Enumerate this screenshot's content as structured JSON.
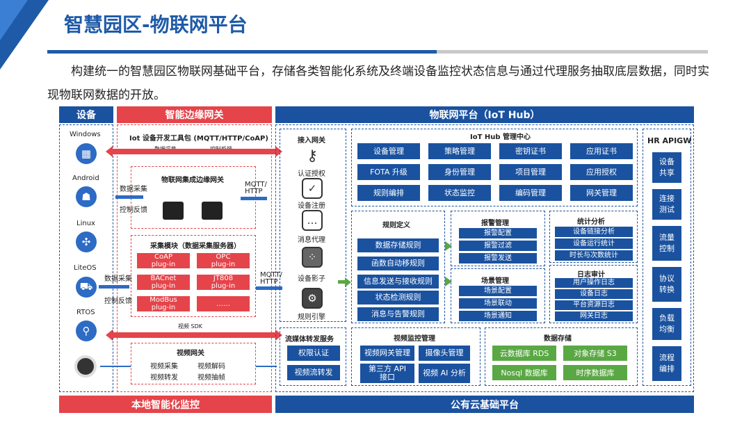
{
  "title": "智慧园区-物联网平台",
  "intro": "构建统一的智慧园区物联网基础平台，存储各类智能化系统及终端设备监控状态信息与通过代理服务抽取底层数据，同时实现物联网数据的开放。",
  "colors": {
    "blue": "#1a52a0",
    "red": "#e5444a",
    "green": "#5aa844"
  },
  "devices": {
    "header": "设备",
    "items": [
      {
        "label": "Windows",
        "icon": "windows-icon"
      },
      {
        "label": "Android",
        "icon": "android-icon"
      },
      {
        "label": "Linux",
        "icon": "linux-icon"
      },
      {
        "label": "LiteOS",
        "icon": "car-icon"
      },
      {
        "label": "RTOS",
        "icon": "tap-icon"
      }
    ]
  },
  "edge": {
    "header": "智能边缘网关",
    "sdk_title": "Iot 设备开发工具包 (MQTT/HTTP/CoAP)",
    "sdk_left": "数据采集",
    "sdk_right": "控制反馈",
    "collect": "数据采集",
    "control": "控制反馈",
    "gateway_title": "物联网集成边缘网关",
    "mqtt1": "MQTT/\nHTTP",
    "acq_title": "采集模块（数据采集服务器）",
    "plugins": [
      {
        "name": "CoAP",
        "sub": "plug-in"
      },
      {
        "name": "OPC",
        "sub": "plug-in"
      },
      {
        "name": "BACnet",
        "sub": "plug-in"
      },
      {
        "name": "JT808",
        "sub": "plug-in"
      },
      {
        "name": "ModBus",
        "sub": "plug-in"
      },
      {
        "name": "……",
        "sub": ""
      }
    ],
    "collect2": "数据采集",
    "control2": "控制反馈",
    "mqtt2": "MQTT/\nHTTP",
    "video_sdk": "视频 SDK",
    "video_gw_title": "视频网关",
    "video_items": [
      "视频采集",
      "视频解码",
      "视频转发",
      "视频抽帧"
    ],
    "footer": "本地智能化监控"
  },
  "iot": {
    "header": "物联网平台（IoT Hub）",
    "access": {
      "title": "接入网关",
      "items": [
        {
          "label": "认证授权",
          "icon": "key-icon"
        },
        {
          "label": "设备注册",
          "icon": "clipboard-check-icon"
        },
        {
          "label": "消息代理",
          "icon": "chat-icon"
        },
        {
          "label": "设备影子",
          "icon": "blackberry-icon"
        },
        {
          "label": "规则引擎",
          "icon": "engine-icon"
        }
      ]
    },
    "mgmt": {
      "title": "IoT Hub 管理中心",
      "items": [
        "设备管理",
        "策略管理",
        "密钥证书",
        "应用证书",
        "FOTA 升级",
        "身份管理",
        "项目管理",
        "应用授权",
        "规则编排",
        "状态监控",
        "编码管理",
        "网关管理"
      ]
    },
    "rules": {
      "title": "规则定义",
      "items": [
        "数据存储规则",
        "函数自动移规则",
        "信息发送与接收规则",
        "状态检测规则",
        "消息与告警规则"
      ]
    },
    "alarm": {
      "title": "报警管理",
      "items": [
        "报警配置",
        "报警过滤",
        "报警发送"
      ]
    },
    "scene": {
      "title": "场景管理",
      "items": [
        "场景配置",
        "场景联动",
        "场景通知"
      ]
    },
    "stats": {
      "title": "统计分析",
      "items": [
        "设备链接分析",
        "设备运行统计",
        "时长与次数统计"
      ]
    },
    "audit": {
      "title": "日志审计",
      "items": [
        "用户操作日志",
        "设备日志",
        "平台资源日志",
        "网关日志"
      ]
    },
    "stream": {
      "title": "流媒体转发服务",
      "items": [
        "权限认证",
        "视频流转发"
      ]
    },
    "video_mon": {
      "title": "视频监控管理",
      "items": [
        "视频网关管理",
        "摄像头管理",
        "第三方 API 接口",
        "视频 AI 分析"
      ]
    },
    "storage": {
      "title": "数据存储",
      "items": [
        "云数据库 RDS",
        "对象存储 S3",
        "Nosql 数据库",
        "时序数据库"
      ]
    },
    "apigw": {
      "title": "HR APIGW",
      "items": [
        "设备\n共享",
        "连接\n测试",
        "流量\n控制",
        "协议\n转换",
        "负载\n均衡",
        "流程\n编排"
      ]
    },
    "footer": "公有云基础平台"
  }
}
